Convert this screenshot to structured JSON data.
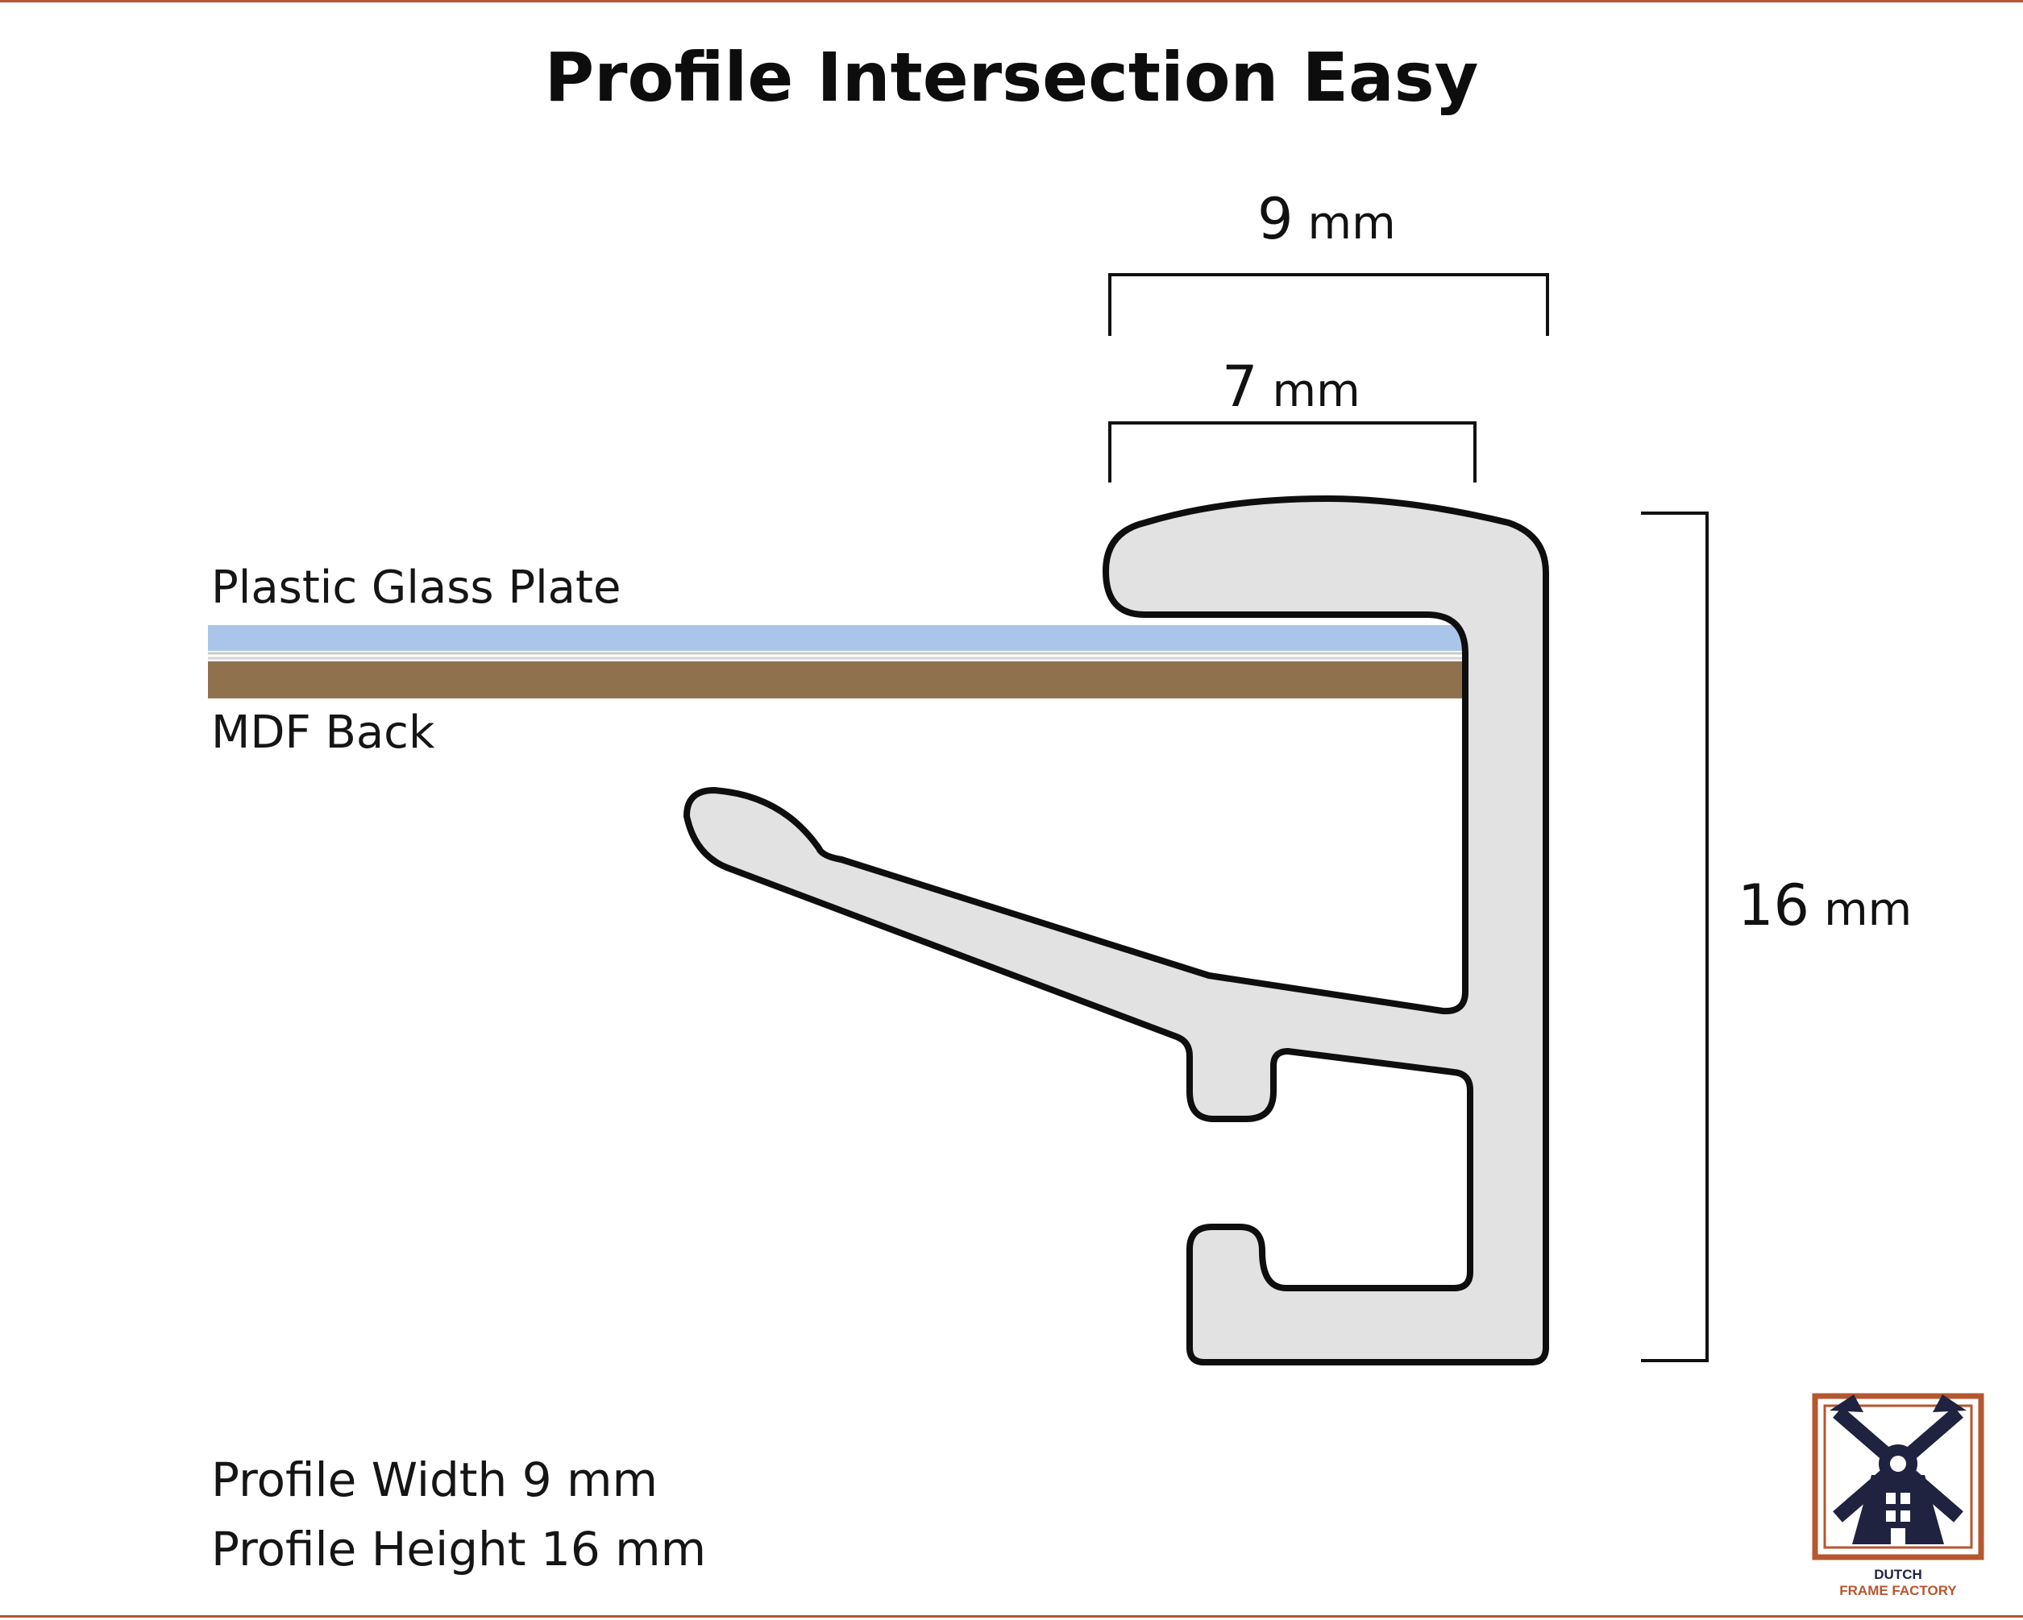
{
  "title": "Profile Intersection Easy",
  "dimensions": {
    "outer_width": {
      "value": "9",
      "unit": "mm"
    },
    "inner_width": {
      "value": "7",
      "unit": "mm"
    },
    "height": {
      "value": "16",
      "unit": "mm"
    }
  },
  "layers": {
    "glass": {
      "label": "Plastic Glass Plate",
      "color": "#a9c6ea"
    },
    "mdf": {
      "label": "MDF Back",
      "color": "#8f714e"
    }
  },
  "profile": {
    "fill": "#e2e2e2",
    "stroke": "#0e0e0e"
  },
  "specs": {
    "width": "Profile Width 9 mm",
    "height": "Profile Height 16 mm"
  },
  "logo": {
    "line1": "DUTCH",
    "line2": "FRAME FACTORY",
    "accent": "#b5572f",
    "mill_color": "#1f2340"
  }
}
